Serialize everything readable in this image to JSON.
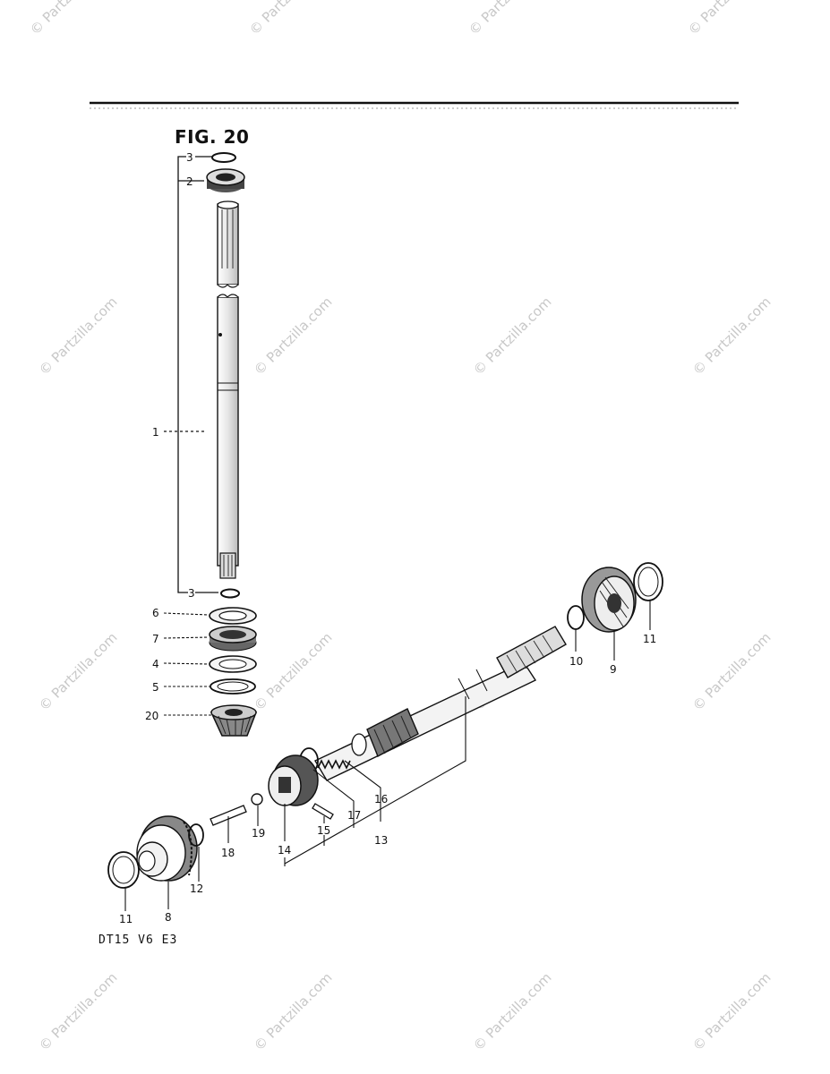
{
  "figure": {
    "title": "FIG. 20",
    "model_code": "DT15 V6 E3"
  },
  "watermark": "© Partzilla.com",
  "callouts": {
    "c1": "1",
    "c2": "2",
    "c3a": "3",
    "c3b": "3",
    "c4": "4",
    "c5": "5",
    "c6": "6",
    "c7": "7",
    "c8": "8",
    "c9": "9",
    "c10": "10",
    "c11a": "11",
    "c11b": "11",
    "c12": "12",
    "c13": "13",
    "c14": "14",
    "c15": "15",
    "c16": "16",
    "c17": "17",
    "c18": "18",
    "c19": "19",
    "c20": "20"
  }
}
